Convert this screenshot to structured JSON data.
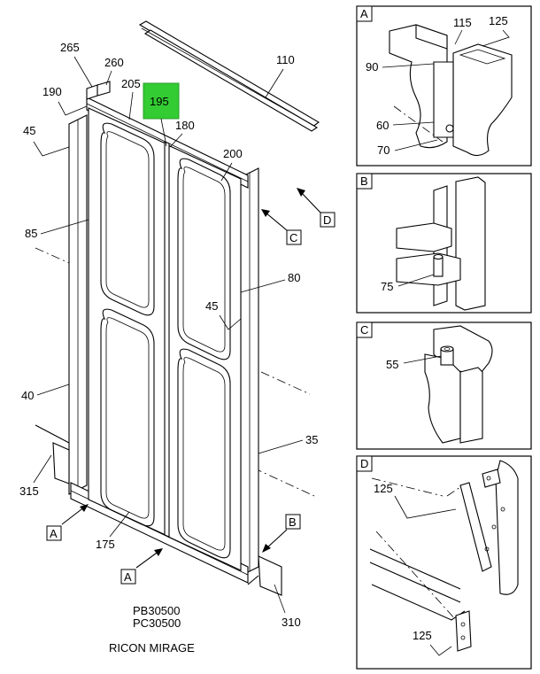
{
  "main": {
    "callouts": {
      "c265": "265",
      "c260": "260",
      "c190": "190",
      "c205": "205",
      "c195": "195",
      "c180": "180",
      "c110": "110",
      "c45a": "45",
      "c200": "200",
      "c85": "85",
      "c80": "80",
      "c45b": "45",
      "c40": "40",
      "c35": "35",
      "c315": "315",
      "c175": "175",
      "c310": "310"
    },
    "view_refs": {
      "A1": "A",
      "A2": "A",
      "B": "B",
      "C": "C",
      "D": "D"
    },
    "highlight_color": "#33cc33",
    "caption": {
      "line1": "PB30500",
      "line2": "PC30500",
      "line3": "RICON MIRAGE"
    }
  },
  "details": {
    "A": {
      "title": "A",
      "labels": {
        "c115": "115",
        "c125": "125",
        "c90": "90",
        "c60": "60",
        "c70": "70"
      }
    },
    "B": {
      "title": "B",
      "labels": {
        "c75": "75"
      }
    },
    "C": {
      "title": "C",
      "labels": {
        "c55": "55"
      }
    },
    "D": {
      "title": "D",
      "labels": {
        "c125a": "125",
        "c125b": "125"
      }
    }
  }
}
